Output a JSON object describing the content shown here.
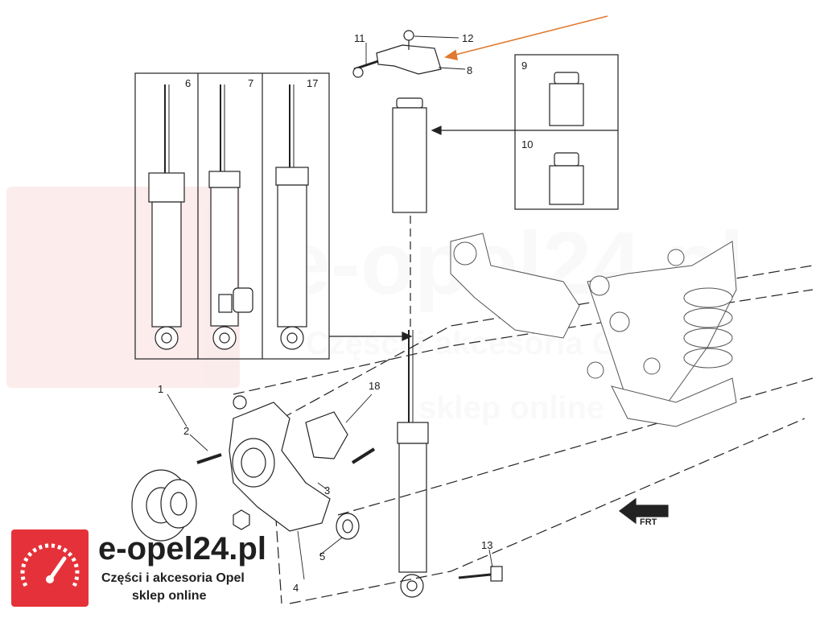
{
  "watermark": {
    "name": "e-opel24.pl",
    "tagline_1": "Części i akcesoria Opel",
    "tagline_2": "sklep online",
    "color": "#e5323a"
  },
  "callouts": {
    "c1": "1",
    "c2": "2",
    "c3": "3",
    "c4": "4",
    "c5": "5",
    "c6": "6",
    "c7": "7",
    "c8": "8",
    "c9": "9",
    "c10": "10",
    "c11": "11",
    "c12": "12",
    "c13": "13",
    "c17": "17",
    "c18": "18"
  },
  "direction_marker": "FRT",
  "colors": {
    "line": "#222222",
    "highlight_arrow": "#e07a2e",
    "watermark_bg": "#fbe3e3"
  }
}
